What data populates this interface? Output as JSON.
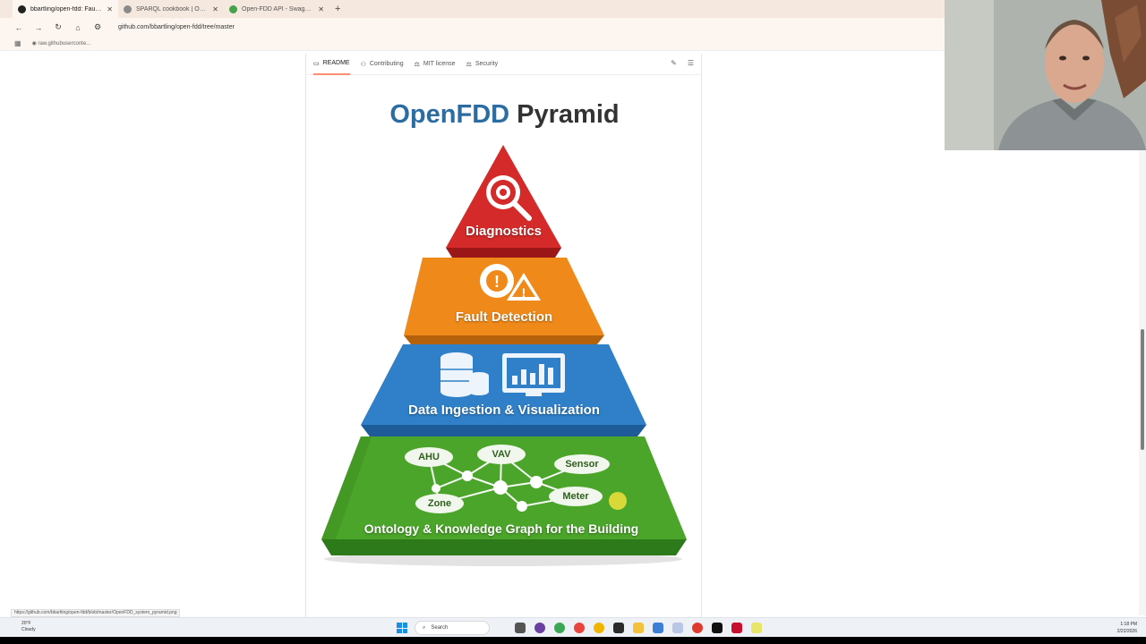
{
  "browser": {
    "tabs": [
      {
        "label": "bbartling/open-fdd: Fault Detec",
        "active": true
      },
      {
        "label": "SPARQL cookbook | Open-FDD",
        "active": false
      },
      {
        "label": "Open-FDD API - Swagger UI",
        "active": false
      }
    ],
    "new_tab": "+",
    "url": "github.com/bbartling/open-fdd/tree/master",
    "bookmark": "raw.githubuserconte..."
  },
  "readme_tabs": [
    "README",
    "Contributing",
    "MIT license",
    "Security"
  ],
  "pyramid": {
    "title_part1": "OpenFDD",
    "title_part2": "Pyramid",
    "layers": {
      "diagnostics": "Diagnostics",
      "fault_detection": "Fault Detection",
      "data_ingestion": "Data Ingestion & Visualization",
      "ontology": "Ontology & Knowledge Graph for the Building"
    },
    "nodes": {
      "ahu": "AHU",
      "vav": "VAV",
      "sensor": "Sensor",
      "zone": "Zone",
      "meter": "Meter"
    },
    "colors": {
      "diagnostics": "#d42a2a",
      "fault_detection": "#ef8a1a",
      "data_ingestion": "#2f80c8",
      "ontology": "#4ba52a"
    }
  },
  "status_link": "https://github.com/bbartling/open-fdd/blob/master/OpenFDD_system_pyramid.png",
  "taskbar": {
    "weather_temp": "20°F",
    "weather_desc": "Cloudy",
    "search_label": "Search",
    "time": "1:18 PM",
    "date": "2/22/2026"
  }
}
